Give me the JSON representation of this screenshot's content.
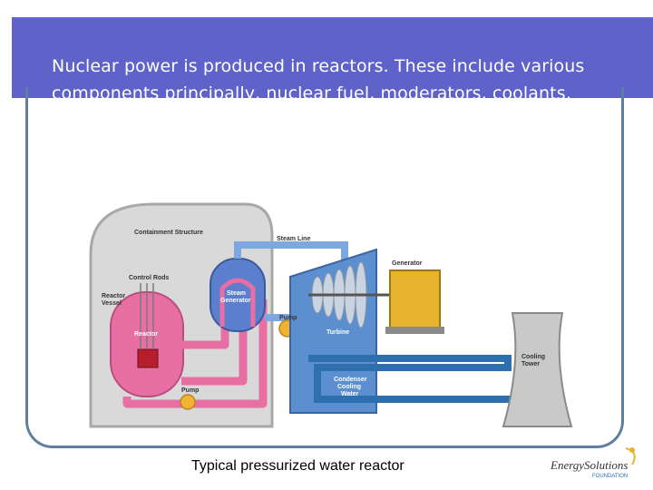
{
  "slide": {
    "title": "Nuclear power is produced in reactors.  These include various components principally, nuclear fuel, moderators, coolants,",
    "caption": "Typical pressurized water reactor"
  },
  "diagram": {
    "labels": {
      "containment": "Containment Structure",
      "steam_line": "Steam Line",
      "control_rods": "Control Rods",
      "reactor_vessel_1": "Reactor",
      "reactor_vessel_2": "Vessel",
      "steam_gen_1": "Steam",
      "steam_gen_2": "Generator",
      "pump_top": "Pump",
      "pump_bottom": "Pump",
      "reactor": "Reactor",
      "turbine": "Turbine",
      "generator": "Generator",
      "cooling_tower_1": "Cooling",
      "cooling_tower_2": "Tower",
      "condenser_1": "Condenser",
      "condenser_2": "Cooling",
      "condenser_3": "Water"
    }
  },
  "logo": {
    "line1": "EnergySolutions",
    "line2": "FOUNDATION"
  },
  "colors": {
    "title_bg": "#5e62c9",
    "frame": "#5e7fa0",
    "reactor_loop": "#e76fa3",
    "steam": "#7ea6e0",
    "cooling_water": "#2e6fb0",
    "pump": "#f2b233",
    "generator": "#e8b430"
  }
}
